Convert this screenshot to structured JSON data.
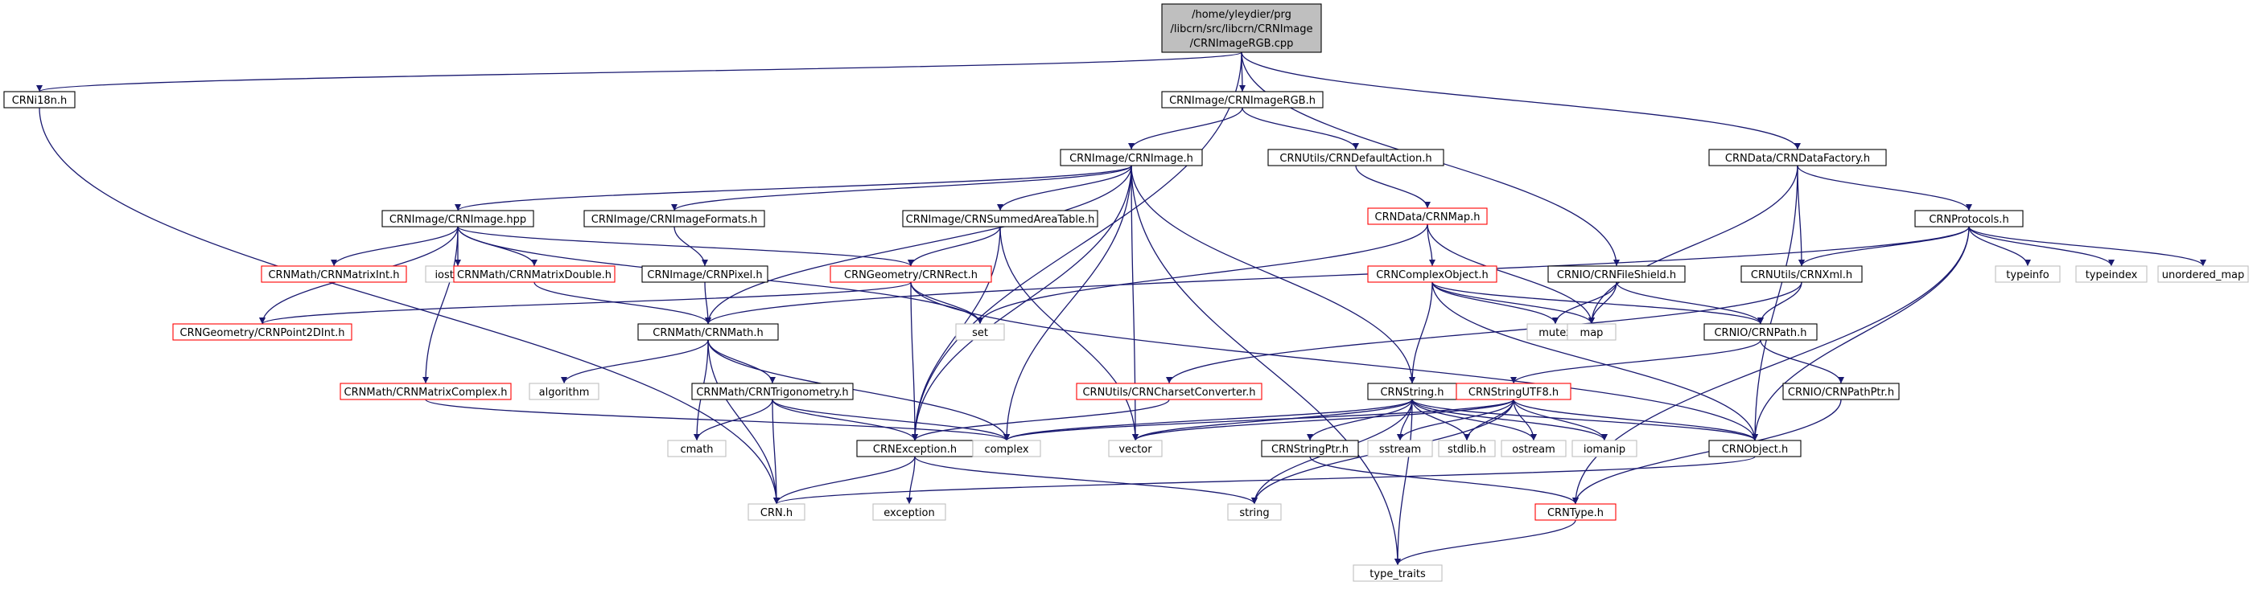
{
  "graph": {
    "colors": {
      "edge": "#191970",
      "default_border": "#000000",
      "truncated_border": "#ff0000",
      "system_header_border": "#bfbfbf",
      "root_fill": "#bfbfbf",
      "text": "#000000"
    },
    "nodes": [
      {
        "id": "root",
        "label": [
          "/home/yleydier/prg",
          "/libcrn/src/libcrn/CRNImage",
          "/CRNImageRGB.cpp"
        ],
        "style": "root"
      },
      {
        "id": "i18n",
        "label": [
          "CRNi18n.h"
        ],
        "style": "normal"
      },
      {
        "id": "imagergb_h",
        "label": [
          "CRNImage/CRNImageRGB.h"
        ],
        "style": "normal"
      },
      {
        "id": "datafactory",
        "label": [
          "CRNData/CRNDataFactory.h"
        ],
        "style": "normal"
      },
      {
        "id": "image_h",
        "label": [
          "CRNImage/CRNImage.h"
        ],
        "style": "normal"
      },
      {
        "id": "defaultaction",
        "label": [
          "CRNUtils/CRNDefaultAction.h"
        ],
        "style": "normal"
      },
      {
        "id": "image_hpp",
        "label": [
          "CRNImage/CRNImage.hpp"
        ],
        "style": "normal"
      },
      {
        "id": "imageformats",
        "label": [
          "CRNImage/CRNImageFormats.h"
        ],
        "style": "normal"
      },
      {
        "id": "summedarea",
        "label": [
          "CRNImage/CRNSummedAreaTable.h"
        ],
        "style": "normal"
      },
      {
        "id": "map_h",
        "label": [
          "CRNData/CRNMap.h"
        ],
        "style": "truncated"
      },
      {
        "id": "protocols",
        "label": [
          "CRNProtocols.h"
        ],
        "style": "normal"
      },
      {
        "id": "matrixint",
        "label": [
          "CRNMath/CRNMatrixInt.h"
        ],
        "style": "truncated"
      },
      {
        "id": "iostream",
        "label": [
          "iostream"
        ],
        "style": "system"
      },
      {
        "id": "matrixdouble",
        "label": [
          "CRNMath/CRNMatrixDouble.h"
        ],
        "style": "truncated"
      },
      {
        "id": "pixel",
        "label": [
          "CRNImage/CRNPixel.h"
        ],
        "style": "normal"
      },
      {
        "id": "rect",
        "label": [
          "CRNGeometry/CRNRect.h"
        ],
        "style": "truncated"
      },
      {
        "id": "complexobject",
        "label": [
          "CRNComplexObject.h"
        ],
        "style": "truncated"
      },
      {
        "id": "fileshield",
        "label": [
          "CRNIO/CRNFileShield.h"
        ],
        "style": "normal"
      },
      {
        "id": "xml",
        "label": [
          "CRNUtils/CRNXml.h"
        ],
        "style": "normal"
      },
      {
        "id": "typeinfo",
        "label": [
          "typeinfo"
        ],
        "style": "system"
      },
      {
        "id": "typeindex",
        "label": [
          "typeindex"
        ],
        "style": "system"
      },
      {
        "id": "unordered_map",
        "label": [
          "unordered_map"
        ],
        "style": "system"
      },
      {
        "id": "point2dint",
        "label": [
          "CRNGeometry/CRNPoint2DInt.h"
        ],
        "style": "truncated"
      },
      {
        "id": "math_h",
        "label": [
          "CRNMath/CRNMath.h"
        ],
        "style": "normal"
      },
      {
        "id": "set",
        "label": [
          "set"
        ],
        "style": "system"
      },
      {
        "id": "mutex",
        "label": [
          "mutex"
        ],
        "style": "system"
      },
      {
        "id": "map",
        "label": [
          "map"
        ],
        "style": "system"
      },
      {
        "id": "path",
        "label": [
          "CRNIO/CRNPath.h"
        ],
        "style": "normal"
      },
      {
        "id": "algorithm",
        "label": [
          "algorithm"
        ],
        "style": "system"
      },
      {
        "id": "matrixcomplex",
        "label": [
          "CRNMath/CRNMatrixComplex.h"
        ],
        "style": "truncated"
      },
      {
        "id": "trigonometry",
        "label": [
          "CRNMath/CRNTrigonometry.h"
        ],
        "style": "normal"
      },
      {
        "id": "charsetconverter",
        "label": [
          "CRNUtils/CRNCharsetConverter.h"
        ],
        "style": "truncated"
      },
      {
        "id": "string_h",
        "label": [
          "CRNString.h"
        ],
        "style": "normal"
      },
      {
        "id": "stringutf8",
        "label": [
          "CRNStringUTF8.h"
        ],
        "style": "truncated"
      },
      {
        "id": "pathptr",
        "label": [
          "CRNIO/CRNPathPtr.h"
        ],
        "style": "normal"
      },
      {
        "id": "cmath",
        "label": [
          "cmath"
        ],
        "style": "system"
      },
      {
        "id": "exception_h",
        "label": [
          "CRNException.h"
        ],
        "style": "normal"
      },
      {
        "id": "complex",
        "label": [
          "complex"
        ],
        "style": "system"
      },
      {
        "id": "vector",
        "label": [
          "vector"
        ],
        "style": "system"
      },
      {
        "id": "stringptr",
        "label": [
          "CRNStringPtr.h"
        ],
        "style": "normal"
      },
      {
        "id": "sstream",
        "label": [
          "sstream"
        ],
        "style": "system"
      },
      {
        "id": "stdlib",
        "label": [
          "stdlib.h"
        ],
        "style": "system"
      },
      {
        "id": "ostream",
        "label": [
          "ostream"
        ],
        "style": "system"
      },
      {
        "id": "iomanip",
        "label": [
          "iomanip"
        ],
        "style": "system"
      },
      {
        "id": "object",
        "label": [
          "CRNObject.h"
        ],
        "style": "normal"
      },
      {
        "id": "crn_h",
        "label": [
          "CRN.h"
        ],
        "style": "system"
      },
      {
        "id": "exception",
        "label": [
          "exception"
        ],
        "style": "system"
      },
      {
        "id": "string",
        "label": [
          "string"
        ],
        "style": "system"
      },
      {
        "id": "type_h",
        "label": [
          "CRNType.h"
        ],
        "style": "truncated"
      },
      {
        "id": "type_traits",
        "label": [
          "type_traits"
        ],
        "style": "system"
      }
    ],
    "edges": [
      [
        "root",
        "i18n"
      ],
      [
        "root",
        "imagergb_h"
      ],
      [
        "root",
        "datafactory"
      ],
      [
        "root",
        "exception_h"
      ],
      [
        "root",
        "fileshield"
      ],
      [
        "i18n",
        "crn_h"
      ],
      [
        "imagergb_h",
        "image_h"
      ],
      [
        "imagergb_h",
        "defaultaction"
      ],
      [
        "image_h",
        "image_hpp"
      ],
      [
        "image_h",
        "imageformats"
      ],
      [
        "image_h",
        "summedarea"
      ],
      [
        "image_h",
        "math_h"
      ],
      [
        "image_h",
        "string_h"
      ],
      [
        "image_h",
        "exception_h"
      ],
      [
        "image_h",
        "vector"
      ],
      [
        "image_h",
        "complex"
      ],
      [
        "image_h",
        "type_traits"
      ],
      [
        "defaultaction",
        "map_h"
      ],
      [
        "image_hpp",
        "matrixint"
      ],
      [
        "image_hpp",
        "iostream"
      ],
      [
        "image_hpp",
        "matrixdouble"
      ],
      [
        "image_hpp",
        "rect"
      ],
      [
        "image_hpp",
        "point2dint"
      ],
      [
        "image_hpp",
        "matrixcomplex"
      ],
      [
        "image_hpp",
        "set"
      ],
      [
        "imageformats",
        "pixel"
      ],
      [
        "summedarea",
        "rect"
      ],
      [
        "summedarea",
        "exception_h"
      ],
      [
        "summedarea",
        "vector"
      ],
      [
        "map_h",
        "complexobject"
      ],
      [
        "map_h",
        "set"
      ],
      [
        "map_h",
        "map"
      ],
      [
        "datafactory",
        "protocols"
      ],
      [
        "datafactory",
        "xml"
      ],
      [
        "datafactory",
        "map"
      ],
      [
        "datafactory",
        "object"
      ],
      [
        "protocols",
        "xml"
      ],
      [
        "protocols",
        "math_h"
      ],
      [
        "protocols",
        "typeinfo"
      ],
      [
        "protocols",
        "typeindex"
      ],
      [
        "protocols",
        "unordered_map"
      ],
      [
        "protocols",
        "object"
      ],
      [
        "protocols",
        "type_h"
      ],
      [
        "matrixdouble",
        "math_h"
      ],
      [
        "pixel",
        "math_h"
      ],
      [
        "rect",
        "point2dint"
      ],
      [
        "rect",
        "set"
      ],
      [
        "rect",
        "exception_h"
      ],
      [
        "rect",
        "object"
      ],
      [
        "complexobject",
        "string_h"
      ],
      [
        "complexobject",
        "mutex"
      ],
      [
        "complexobject",
        "map"
      ],
      [
        "complexobject",
        "object"
      ],
      [
        "complexobject",
        "path"
      ],
      [
        "fileshield",
        "mutex"
      ],
      [
        "fileshield",
        "map"
      ],
      [
        "fileshield",
        "path"
      ],
      [
        "xml",
        "path"
      ],
      [
        "xml",
        "charsetconverter"
      ],
      [
        "math_h",
        "algorithm"
      ],
      [
        "math_h",
        "trigonometry"
      ],
      [
        "math_h",
        "cmath"
      ],
      [
        "math_h",
        "complex"
      ],
      [
        "math_h",
        "crn_h"
      ],
      [
        "matrixcomplex",
        "complex"
      ],
      [
        "trigonometry",
        "cmath"
      ],
      [
        "trigonometry",
        "crn_h"
      ],
      [
        "trigonometry",
        "exception_h"
      ],
      [
        "trigonometry",
        "complex"
      ],
      [
        "charsetconverter",
        "exception_h"
      ],
      [
        "path",
        "stringutf8"
      ],
      [
        "path",
        "pathptr"
      ],
      [
        "pathptr",
        "type_h"
      ],
      [
        "string_h",
        "complex"
      ],
      [
        "string_h",
        "vector"
      ],
      [
        "string_h",
        "stringptr"
      ],
      [
        "string_h",
        "sstream"
      ],
      [
        "string_h",
        "stdlib"
      ],
      [
        "string_h",
        "ostream"
      ],
      [
        "string_h",
        "iomanip"
      ],
      [
        "string_h",
        "object"
      ],
      [
        "string_h",
        "string"
      ],
      [
        "string_h",
        "type_traits"
      ],
      [
        "stringutf8",
        "vector"
      ],
      [
        "stringutf8",
        "sstream"
      ],
      [
        "stringutf8",
        "stdlib"
      ],
      [
        "stringutf8",
        "ostream"
      ],
      [
        "stringutf8",
        "iomanip"
      ],
      [
        "stringutf8",
        "object"
      ],
      [
        "stringutf8",
        "string"
      ],
      [
        "stringutf8",
        "complex"
      ],
      [
        "exception_h",
        "crn_h"
      ],
      [
        "exception_h",
        "exception"
      ],
      [
        "exception_h",
        "string"
      ],
      [
        "stringptr",
        "type_h"
      ],
      [
        "object",
        "crn_h"
      ],
      [
        "type_h",
        "type_traits"
      ]
    ]
  }
}
